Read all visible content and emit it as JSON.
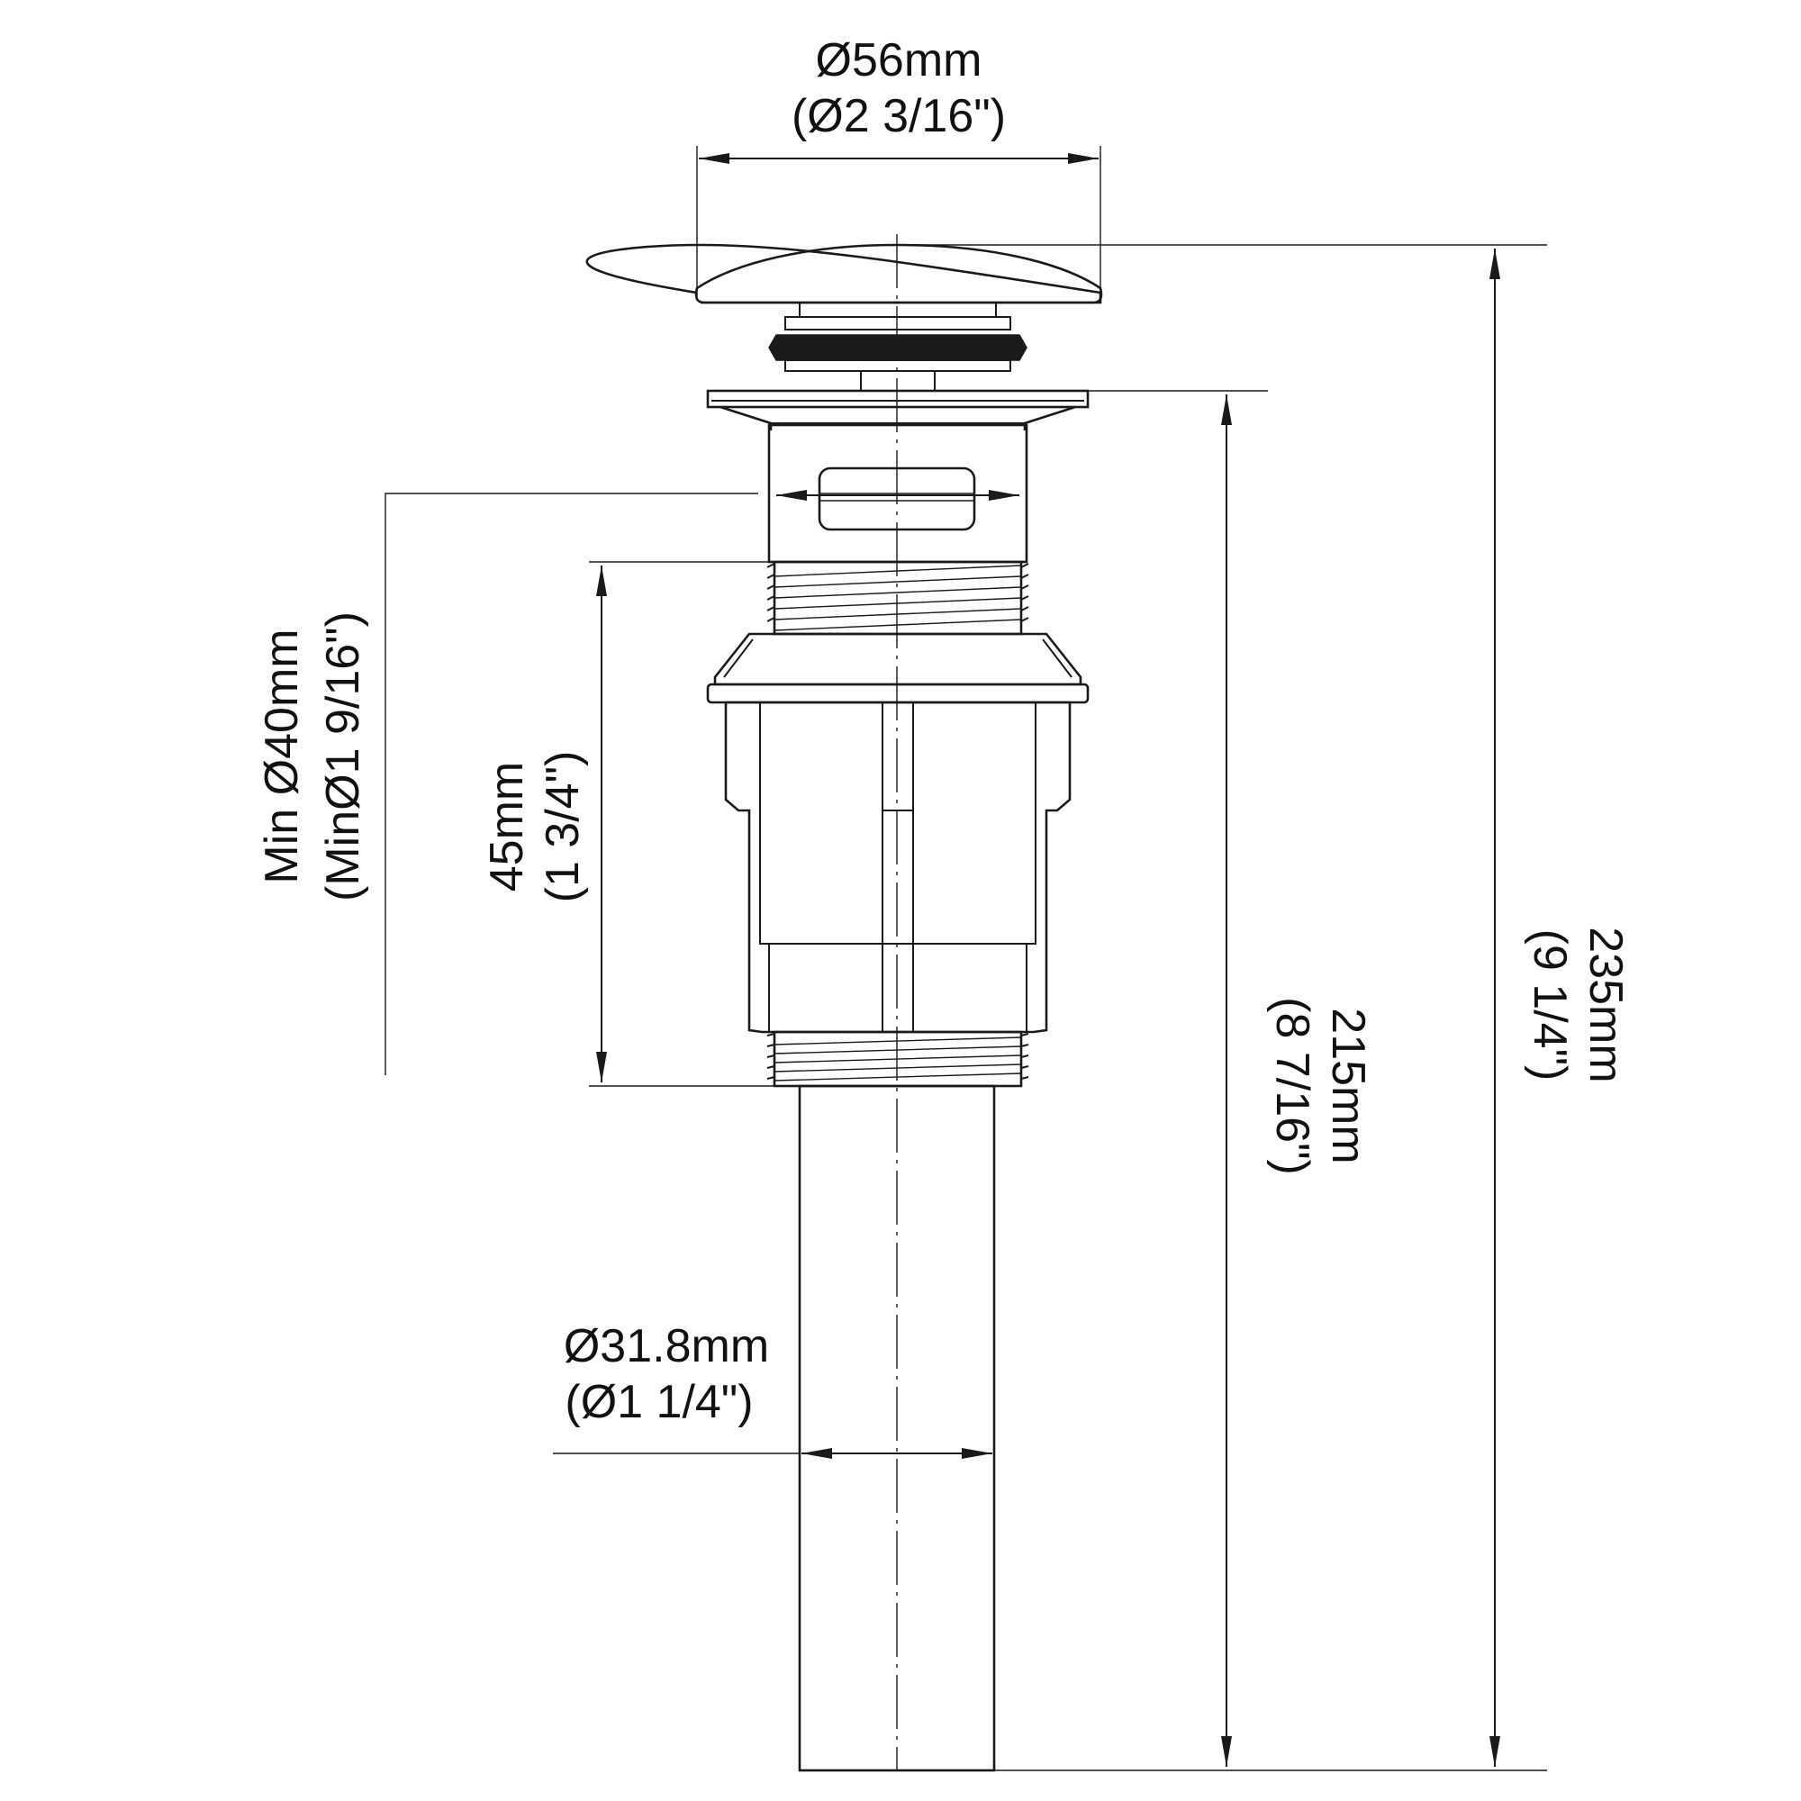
{
  "dimensions": {
    "top_diameter": {
      "metric": "Ø56mm",
      "imperial": "(Ø2 3/16\")"
    },
    "min_hole": {
      "metric": "Min  Ø40mm",
      "imperial": "(MinØ1  9/16\")"
    },
    "thread_length": {
      "metric": "45mm",
      "imperial": "(1  3/4\")"
    },
    "tailpiece_diameter": {
      "metric": "Ø31.8mm",
      "imperial": "(Ø1  1/4\")"
    },
    "body_height": {
      "metric": "215mm",
      "imperial": "(8  7/16\")"
    },
    "overall_height": {
      "metric": "235mm",
      "imperial": "(9  1/4\")"
    }
  },
  "colors": {
    "line": "#1a1a1a",
    "background": "#ffffff"
  }
}
